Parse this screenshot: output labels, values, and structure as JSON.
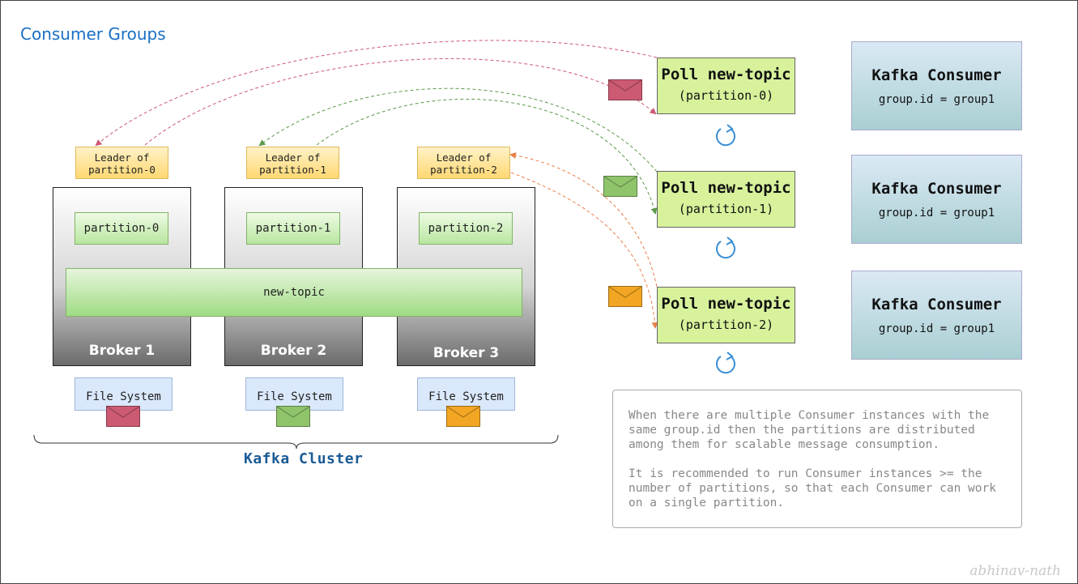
{
  "title": "Consumer Groups",
  "leaders": [
    {
      "line1": "Leader of",
      "line2": "partition-0"
    },
    {
      "line1": "Leader of",
      "line2": "partition-1"
    },
    {
      "line1": "Leader of",
      "line2": "partition-2"
    }
  ],
  "brokers": [
    {
      "label": "Broker 1",
      "partition": "partition-0",
      "file_system": "File System"
    },
    {
      "label": "Broker 2",
      "partition": "partition-1",
      "file_system": "File System"
    },
    {
      "label": "Broker 3",
      "partition": "partition-2",
      "file_system": "File System"
    }
  ],
  "topic": "new-topic",
  "cluster_label": "Kafka Cluster",
  "polls": [
    {
      "line1": "Poll new-topic",
      "line2": "(partition-0)"
    },
    {
      "line1": "Poll new-topic",
      "line2": "(partition-1)"
    },
    {
      "line1": "Poll new-topic",
      "line2": "(partition-2)"
    }
  ],
  "consumers": [
    {
      "name": "Kafka Consumer",
      "group": "group.id = group1"
    },
    {
      "name": "Kafka Consumer",
      "group": "group.id = group1"
    },
    {
      "name": "Kafka Consumer",
      "group": "group.id = group1"
    }
  ],
  "note": {
    "p1": "When there are multiple Consumer instances with the\nsame group.id then the partitions are distributed\namong them for scalable message consumption.",
    "p2": "It is recommended to run Consumer instances >= the\nnumber of partitions, so that each Consumer can work\non a single partition."
  },
  "signature": "abhinav-nath",
  "colors": {
    "partition0": "#cc5a73",
    "partition1": "#5a9a4a",
    "partition2": "#e8804a",
    "title": "#1a6fc4",
    "cluster_label": "#1a5a96"
  },
  "icons": {
    "message": "envelope-icon",
    "refresh": "refresh-icon"
  }
}
